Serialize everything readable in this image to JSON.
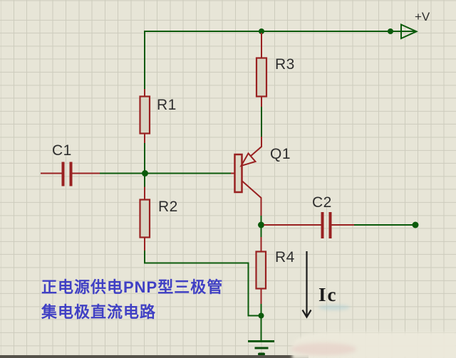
{
  "app": {
    "type": "circuit-schematic-image",
    "description_visible": false
  },
  "colors": {
    "bg": "#e7e5d7",
    "grid": "#cdccbd",
    "wire": "#0b5a0b",
    "cmp": "#992121",
    "cfill": "#d9d6c4",
    "label": "#2e2e2e",
    "caption": "#4040c4",
    "ink": "#1c1c1c",
    "border": "#55524a"
  },
  "components": {
    "r1": {
      "label": "R1",
      "type": "resistor"
    },
    "r2": {
      "label": "R2",
      "type": "resistor"
    },
    "r3": {
      "label": "R3",
      "type": "resistor"
    },
    "r4": {
      "label": "R4",
      "type": "resistor"
    },
    "c1": {
      "label": "C1",
      "type": "capacitor"
    },
    "c2": {
      "label": "C2",
      "type": "capacitor"
    },
    "q1": {
      "label": "Q1",
      "type": "pnp-transistor"
    }
  },
  "power": {
    "terminal_label": "+V"
  },
  "annotations": {
    "current_label": "Ic",
    "caption_line1": "正电源供电PNP型三极管",
    "caption_line2": "集电极直流电路"
  }
}
